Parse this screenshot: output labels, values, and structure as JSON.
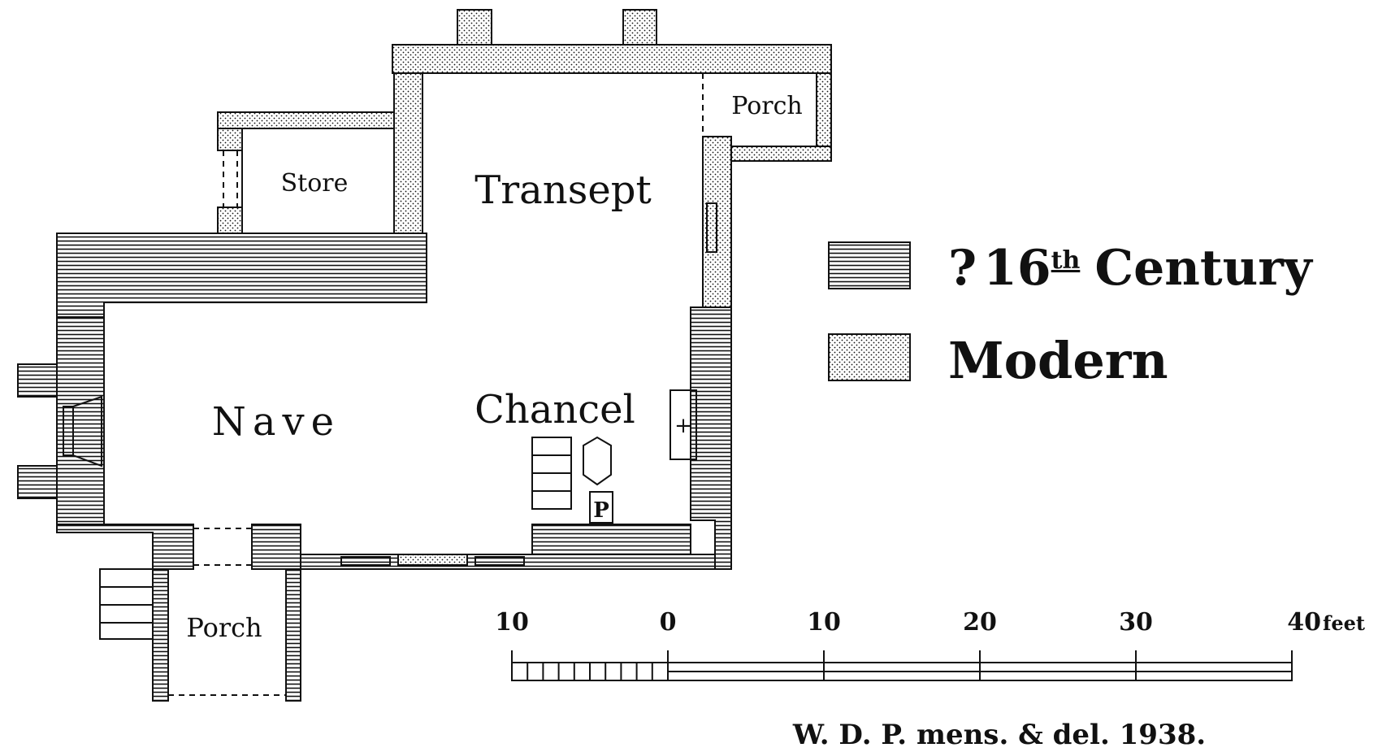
{
  "rooms": {
    "porch_north": "Porch",
    "store": "Store",
    "transept": "Transept",
    "nave": "Nave",
    "chancel": "Chancel",
    "porch_south": "Porch",
    "pulpit": "P",
    "altar_cross": "+"
  },
  "legend": {
    "century": {
      "prefix": "?",
      "number": "16",
      "suffix": "th",
      "word": "Century"
    },
    "modern": "Modern"
  },
  "scale": {
    "ticks": [
      "10",
      "0",
      "10",
      "20",
      "30",
      "40"
    ],
    "unit": "feet"
  },
  "credit": "W. D. P. mens. & del. 1938.",
  "colors": {
    "ink": "#111111",
    "paper": "#ffffff"
  }
}
